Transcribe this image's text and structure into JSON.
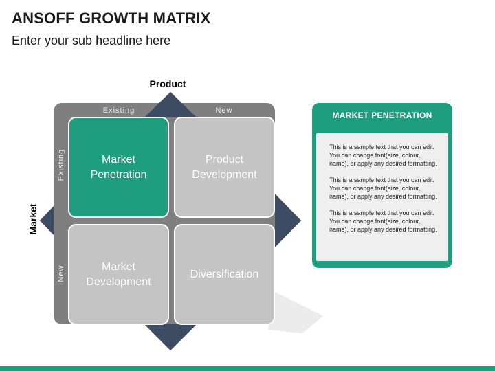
{
  "header": {
    "title": "ANSOFF GROWTH MATRIX",
    "subtitle": "Enter your sub headline here"
  },
  "matrix": {
    "axis_top_label": "Product",
    "axis_left_label": "Market",
    "columns": [
      "Existing",
      "New"
    ],
    "rows": [
      "Existing",
      "New"
    ],
    "cells": [
      {
        "line1": "Market",
        "line2": "Penetration",
        "highlighted": true
      },
      {
        "line1": "Product",
        "line2": "Development",
        "highlighted": false
      },
      {
        "line1": "Market",
        "line2": "Development",
        "highlighted": false
      },
      {
        "line1": "Diversification",
        "line2": "",
        "highlighted": false
      }
    ]
  },
  "panel": {
    "title": "MARKET PENETRATION",
    "paragraphs": [
      "This is a sample text that you can edit. You can change font(size, colour, name), or apply any desired formatting.",
      "This is a sample text that you can edit. You can change font(size, colour, name), or apply any desired formatting.",
      "This is a sample text that you can edit. You can change font(size, colour, name), or apply any desired formatting."
    ]
  },
  "colors": {
    "accent": "#1f9e7f",
    "diamond": "#3d4c63",
    "frame": "#7f7f7f",
    "tile": "#c4c4c4"
  }
}
